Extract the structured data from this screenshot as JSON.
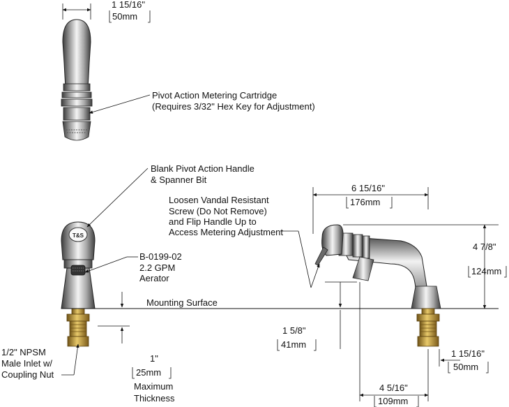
{
  "callouts": {
    "cartridge": {
      "line1": "Pivot Action Metering Cartridge",
      "line2": "(Requires 3/32\" Hex Key for Adjustment)"
    },
    "handle": {
      "line1": "Blank Pivot Action Handle",
      "line2": "& Spanner Bit"
    },
    "vandal": {
      "line1": "Loosen Vandal Resistant",
      "line2": "Screw (Do Not Remove)",
      "line3": "and Flip Handle Up to",
      "line4": "Access Metering Adjustment"
    },
    "aerator": {
      "line1": "B-0199-02",
      "line2": "2.2 GPM",
      "line3": "Aerator"
    },
    "mounting_surface": "Mounting Surface",
    "inlet": {
      "line1": "1/2\" NPSM",
      "line2": "Male Inlet w/",
      "line3": "Coupling Nut"
    },
    "thickness": {
      "line1": "Maximum",
      "line2": "Thickness"
    }
  },
  "dimensions": {
    "cartridge_width": {
      "inch": "1 15/16\"",
      "mm": "50mm"
    },
    "spout_reach": {
      "inch": "6 15/16\"",
      "mm": "176mm"
    },
    "height": {
      "inch": "4 7/8\"",
      "mm": "124mm"
    },
    "outlet_height": {
      "inch": "1 5/8\"",
      "mm": "41mm"
    },
    "max_thickness": {
      "inch": "1\"",
      "mm": "25mm"
    },
    "base_width": {
      "inch": "1 15/16\"",
      "mm": "50mm"
    },
    "outlet_to_center": {
      "inch": "4 5/16\"",
      "mm": "109mm"
    }
  },
  "handle_badge": "T&S",
  "colors": {
    "line": "#111111",
    "chrome_dark": "#4a4a4a",
    "chrome_light": "#f2f2f2",
    "brass": "#c9a44a"
  }
}
